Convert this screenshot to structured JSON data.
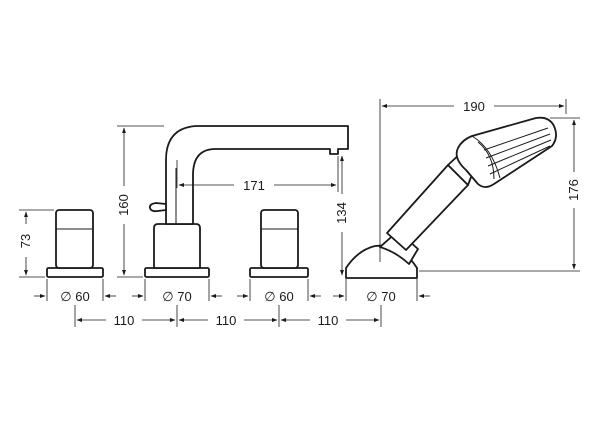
{
  "dimensions": {
    "spout_reach": "171",
    "spout_height": "160",
    "spout_outlet_height": "134",
    "handle_height": "73",
    "shower_reach": "190",
    "shower_height": "176",
    "spacing_1": "110",
    "spacing_2": "110",
    "spacing_3": "110",
    "dia_handle_left": "∅ 60",
    "dia_spout_base": "∅ 70",
    "dia_handle_right": "∅ 60",
    "dia_shower_base": "∅ 70"
  }
}
